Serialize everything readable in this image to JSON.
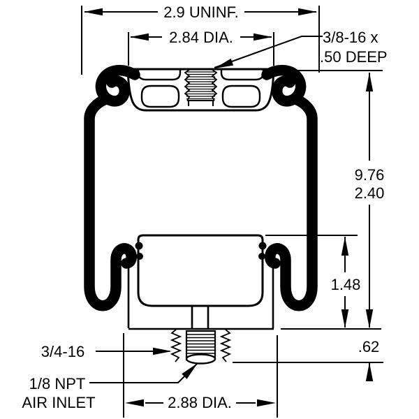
{
  "drawing": {
    "type": "air-spring cross-section technical drawing",
    "colors": {
      "line": "#000000",
      "background": "#ffffff"
    },
    "labels": {
      "uninflated_diameter": "2.9 UNINF.",
      "top_plate_diameter": "2.84 DIA.",
      "blind_tap_line1": "3/8-16 x",
      "blind_tap_line2": ".50 DEEP",
      "extended_height": "9.76",
      "collapsed_height": "2.40",
      "piston_height": "1.48",
      "stud_projection": ".62",
      "mounting_stud_thread": "3/4-16",
      "air_inlet_line1": "1/8 NPT",
      "air_inlet_line2": "AIR INLET",
      "base_diameter": "2.88 DIA."
    }
  }
}
